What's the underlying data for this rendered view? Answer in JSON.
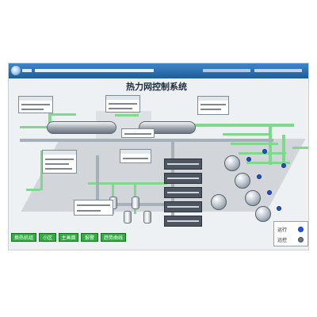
{
  "header": {
    "title": "热力网控制系统"
  },
  "legend": {
    "items": [
      {
        "label": "运行"
      },
      {
        "label": "远控"
      }
    ]
  },
  "nav_buttons": [
    {
      "label": "换热机组"
    },
    {
      "label": "小区"
    },
    {
      "label": "主画面"
    },
    {
      "label": "报警"
    },
    {
      "label": "趋势曲线"
    }
  ],
  "colors": {
    "header_bar": "#2a6db0",
    "pipe_supply": "#7fd88c",
    "button_green": "#2fae3e",
    "status_on": "#2458d8",
    "screen_bg": "#eef1f4"
  }
}
